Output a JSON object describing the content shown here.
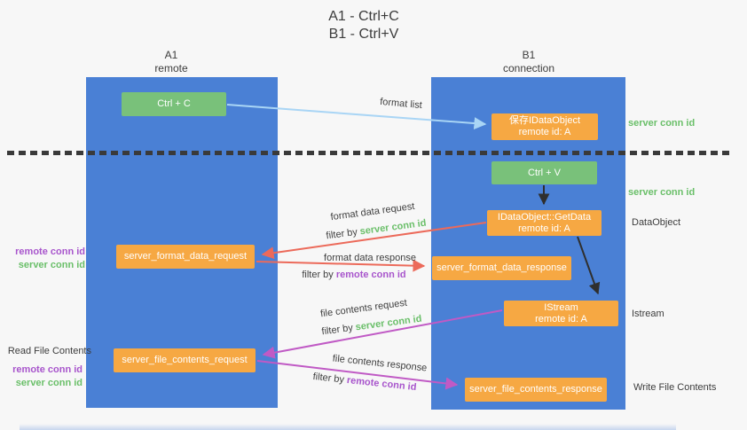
{
  "title": {
    "line1": "A1 - Ctrl+C",
    "line2": "B1 - Ctrl+V"
  },
  "lanes": {
    "left": {
      "title": "A1",
      "subtitle": "remote"
    },
    "right": {
      "title": "B1",
      "subtitle": "connection"
    }
  },
  "boxes": {
    "ctrl_c": {
      "label": "Ctrl + C"
    },
    "save_idataobject": {
      "line1": "保存IDataObject",
      "line2": "remote id: A"
    },
    "ctrl_v": {
      "label": "Ctrl + V"
    },
    "getdata": {
      "line1": "IDataObject::GetData",
      "line2": "remote id: A"
    },
    "format_request": {
      "label": "server_format_data_request"
    },
    "format_response": {
      "label": "server_format_data_response"
    },
    "istream": {
      "line1": "IStream",
      "line2": "remote id: A"
    },
    "file_request": {
      "label": "server_file_contents_request"
    },
    "file_response": {
      "label": "server_file_contents_response"
    }
  },
  "flow_labels": {
    "format_list": "format list",
    "format_data_request": "format data request",
    "format_data_response": "format data response",
    "file_contents_request": "file contents request",
    "file_contents_response": "file contents response",
    "filter_by": "filter by",
    "server_conn_id": "server conn id",
    "remote_conn_id": "remote conn id"
  },
  "side_labels": {
    "right_server_conn_id_1": "server conn id",
    "right_server_conn_id_2": "server conn id",
    "data_object": "DataObject",
    "istream": "Istream",
    "write_file_contents": "Write File Contents",
    "left_remote_conn_id_1": "remote conn id",
    "left_server_conn_id_1": "server conn id",
    "read_file_contents": "Read File Contents",
    "left_remote_conn_id_2": "remote conn id",
    "left_server_conn_id_2": "server conn id"
  },
  "colors": {
    "lane_blue": "#4a80d5",
    "box_orange": "#f6a843",
    "box_green": "#79c17a",
    "green_text": "#6abf69",
    "purple_text": "#a855cc",
    "arrow_red": "#ec6a5a",
    "arrow_magenta": "#c05ac5",
    "arrow_blue": "#a9d5f5",
    "arrow_black": "#2f2f2f",
    "text_dark": "#3f3f3f"
  }
}
